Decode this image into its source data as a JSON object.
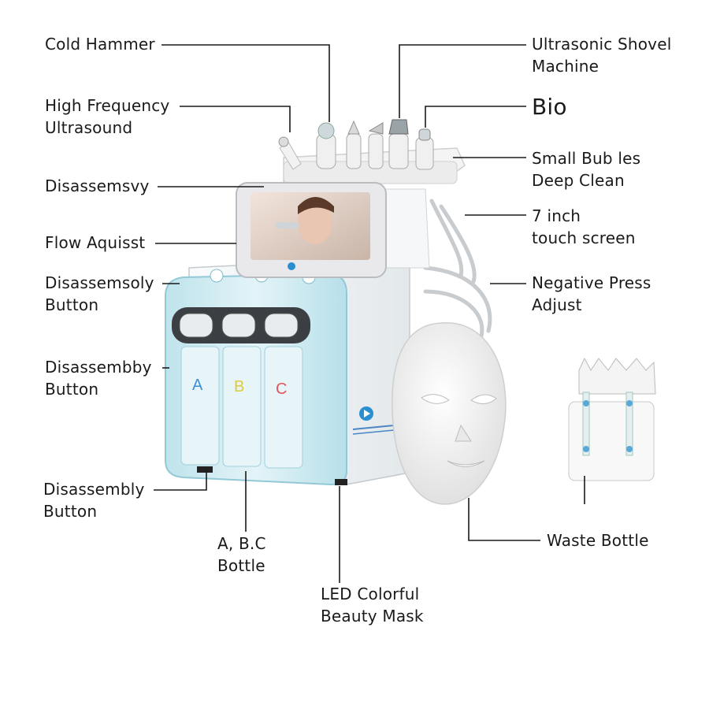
{
  "labels": {
    "cold_hammer": [
      "Cold Hammer"
    ],
    "high_frequency": [
      "High Frequency",
      "Ultrasound"
    ],
    "disassemsvy": [
      "Disassemsvy"
    ],
    "flow_aquisst": [
      "Flow Aquisst"
    ],
    "disassemsoly_button": [
      "Disassemsoly",
      "Button"
    ],
    "disassembby_button": [
      "Disassembby",
      "Button"
    ],
    "disassembly_button": [
      "Disassembly",
      "Button"
    ],
    "abc_bottle": [
      "A, B.C",
      "Bottle"
    ],
    "led_mask": [
      "LED Colorful",
      "Beauty Mask"
    ],
    "ultrasonic_shovel": [
      "Ultrasonic Shovel",
      "Machine"
    ],
    "bio": [
      "Bio"
    ],
    "small_bubbles": [
      "Small Bub les",
      "Deep Clean"
    ],
    "touch_screen": [
      "7 inch",
      "touch screen"
    ],
    "negative_press": [
      "Negative Press",
      "Adjust"
    ],
    "waste_bottle": [
      "Waste Bottle"
    ]
  },
  "bottle_letters": [
    "A",
    "B",
    "C"
  ],
  "colors": {
    "line": "#1a1a1a",
    "machine_body": "#f4f6f7",
    "tank_blue": "#cfeaf0",
    "tank_edge": "#9fd0dc",
    "letter_a": "#3b8fd6",
    "letter_b": "#e2c93a",
    "letter_c": "#e0555a",
    "screen_frame": "#e8e8ea",
    "mask": "#f7f7f7"
  }
}
